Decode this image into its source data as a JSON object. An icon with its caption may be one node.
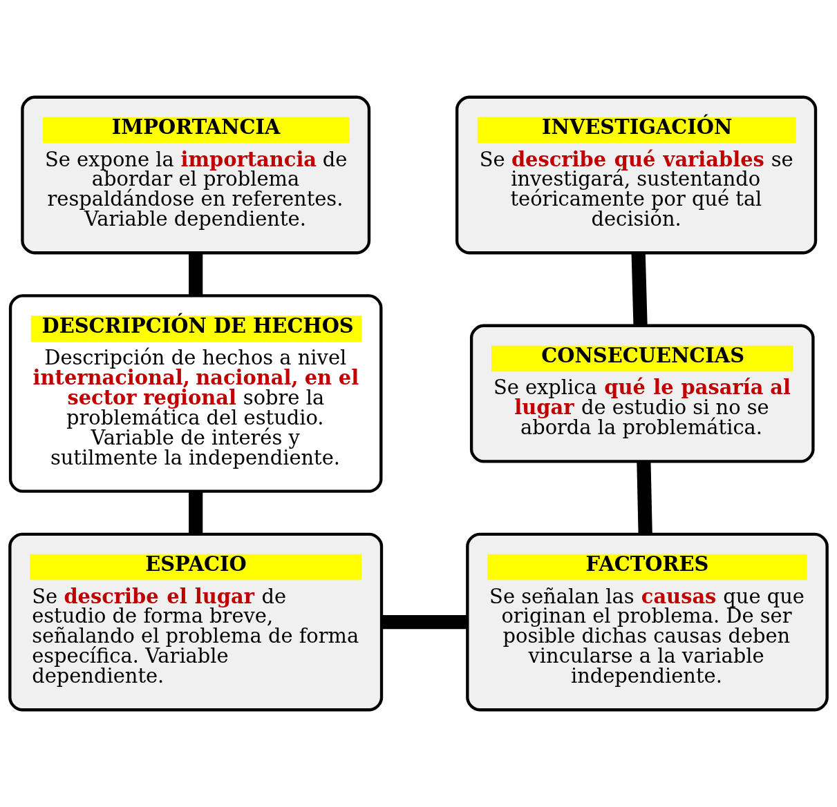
{
  "diagram": {
    "nodes": [
      {
        "text": [
          "IMPORTANCIA",
          "Se expone la **importancia** de abordar el problema respaldándose en referentes. Variable dependiente."
        ]
      },
      {
        "text": [
          "INVESTIGACIÓN",
          "Se **describe qué variables** se investigará, sustentando teóricamente por qué tal decisión."
        ]
      },
      {
        "text": [
          "DESCRIPCIÓN DE HECHOS",
          "Descripción de hechos a nivel **internacional, nacional, en el sector regional** sobre la problemática del estudio. Variable de interés y sutilmente la independiente."
        ]
      },
      {
        "text": [
          "CONSECUENCIAS",
          "Se explica **qué le pasaría al lugar** de estudio si no se aborda la problemática."
        ]
      },
      {
        "text": [
          "ESPACIO",
          "Se **describe el lugar** de estudio de forma breve, señalando el problema de forma específica. Variable dependiente."
        ]
      },
      {
        "text": [
          "FACTORES",
          "Se señalan las **causas** que que originan el problema. De ser posible dichas causas deben vincularse a la variable independiente."
        ]
      }
    ],
    "edges": [
      {
        "from": 0,
        "to": 2,
        "arrow": "none"
      },
      {
        "from": 2,
        "to": 4,
        "arrow": "none"
      },
      {
        "from": 4,
        "to": 5,
        "arrow": "none"
      },
      {
        "from": 5,
        "to": 3,
        "arrow": "none"
      },
      {
        "from": 3,
        "to": 1,
        "arrow": "none"
      }
    ]
  }
}
